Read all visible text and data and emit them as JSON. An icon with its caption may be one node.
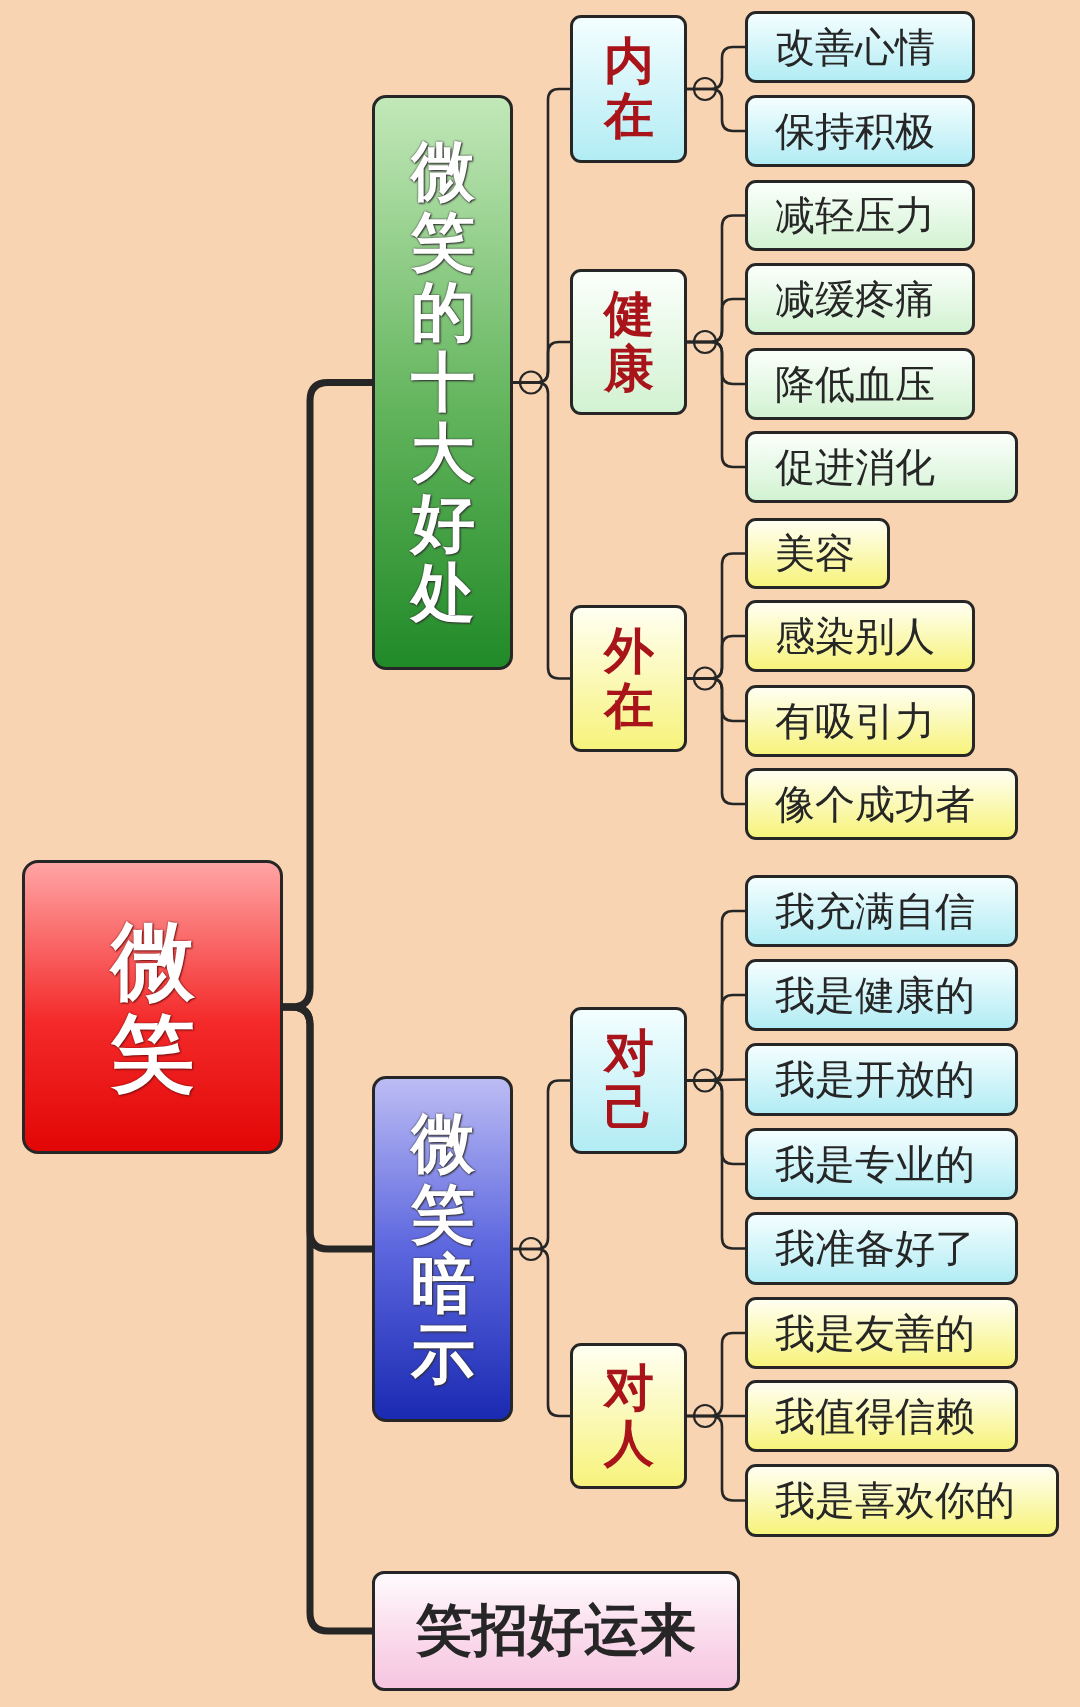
{
  "diagram": {
    "nodes": [
      {
        "text": [
          "微笑"
        ]
      },
      {
        "text": [
          "微笑的十大好处"
        ]
      },
      {
        "text": [
          "内在"
        ]
      },
      {
        "text": [
          "改善心情"
        ]
      },
      {
        "text": [
          "保持积极"
        ]
      },
      {
        "text": [
          "健康"
        ]
      },
      {
        "text": [
          "减轻压力"
        ]
      },
      {
        "text": [
          "减缓疼痛"
        ]
      },
      {
        "text": [
          "降低血压"
        ]
      },
      {
        "text": [
          "促进消化"
        ]
      },
      {
        "text": [
          "外在"
        ]
      },
      {
        "text": [
          "美容"
        ]
      },
      {
        "text": [
          "感染别人"
        ]
      },
      {
        "text": [
          "有吸引力"
        ]
      },
      {
        "text": [
          "像个成功者"
        ]
      },
      {
        "text": [
          "微笑暗示"
        ]
      },
      {
        "text": [
          "对己"
        ]
      },
      {
        "text": [
          "我充满自信"
        ]
      },
      {
        "text": [
          "我是健康的"
        ]
      },
      {
        "text": [
          "我是开放的"
        ]
      },
      {
        "text": [
          "我是专业的"
        ]
      },
      {
        "text": [
          "我准备好了"
        ]
      },
      {
        "text": [
          "对人"
        ]
      },
      {
        "text": [
          "我是友善的"
        ]
      },
      {
        "text": [
          "我值得信赖"
        ]
      },
      {
        "text": [
          "我是喜欢你的"
        ]
      },
      {
        "text": [
          "笑招好运来"
        ]
      }
    ],
    "edges": [
      {
        "from": 0,
        "to": 1,
        "arrow": "none",
        "style": "thick"
      },
      {
        "from": 0,
        "to": 15,
        "arrow": "none",
        "style": "thick"
      },
      {
        "from": 0,
        "to": 26,
        "arrow": "none",
        "style": "thick"
      },
      {
        "from": 1,
        "to": 2,
        "arrow": "none"
      },
      {
        "from": 1,
        "to": 5,
        "arrow": "none"
      },
      {
        "from": 1,
        "to": 10,
        "arrow": "none"
      },
      {
        "from": 2,
        "to": 3,
        "arrow": "none"
      },
      {
        "from": 2,
        "to": 4,
        "arrow": "none"
      },
      {
        "from": 5,
        "to": 6,
        "arrow": "none"
      },
      {
        "from": 5,
        "to": 7,
        "arrow": "none"
      },
      {
        "from": 5,
        "to": 8,
        "arrow": "none"
      },
      {
        "from": 5,
        "to": 9,
        "arrow": "none"
      },
      {
        "from": 10,
        "to": 11,
        "arrow": "none"
      },
      {
        "from": 10,
        "to": 12,
        "arrow": "none"
      },
      {
        "from": 10,
        "to": 13,
        "arrow": "none"
      },
      {
        "from": 10,
        "to": 14,
        "arrow": "none"
      },
      {
        "from": 15,
        "to": 16,
        "arrow": "none"
      },
      {
        "from": 15,
        "to": 22,
        "arrow": "none"
      },
      {
        "from": 16,
        "to": 17,
        "arrow": "none"
      },
      {
        "from": 16,
        "to": 18,
        "arrow": "none"
      },
      {
        "from": 16,
        "to": 19,
        "arrow": "none"
      },
      {
        "from": 16,
        "to": 20,
        "arrow": "none"
      },
      {
        "from": 16,
        "to": 21,
        "arrow": "none"
      },
      {
        "from": 22,
        "to": 23,
        "arrow": "none"
      },
      {
        "from": 22,
        "to": 24,
        "arrow": "none"
      },
      {
        "from": 22,
        "to": 25,
        "arrow": "none"
      }
    ]
  }
}
